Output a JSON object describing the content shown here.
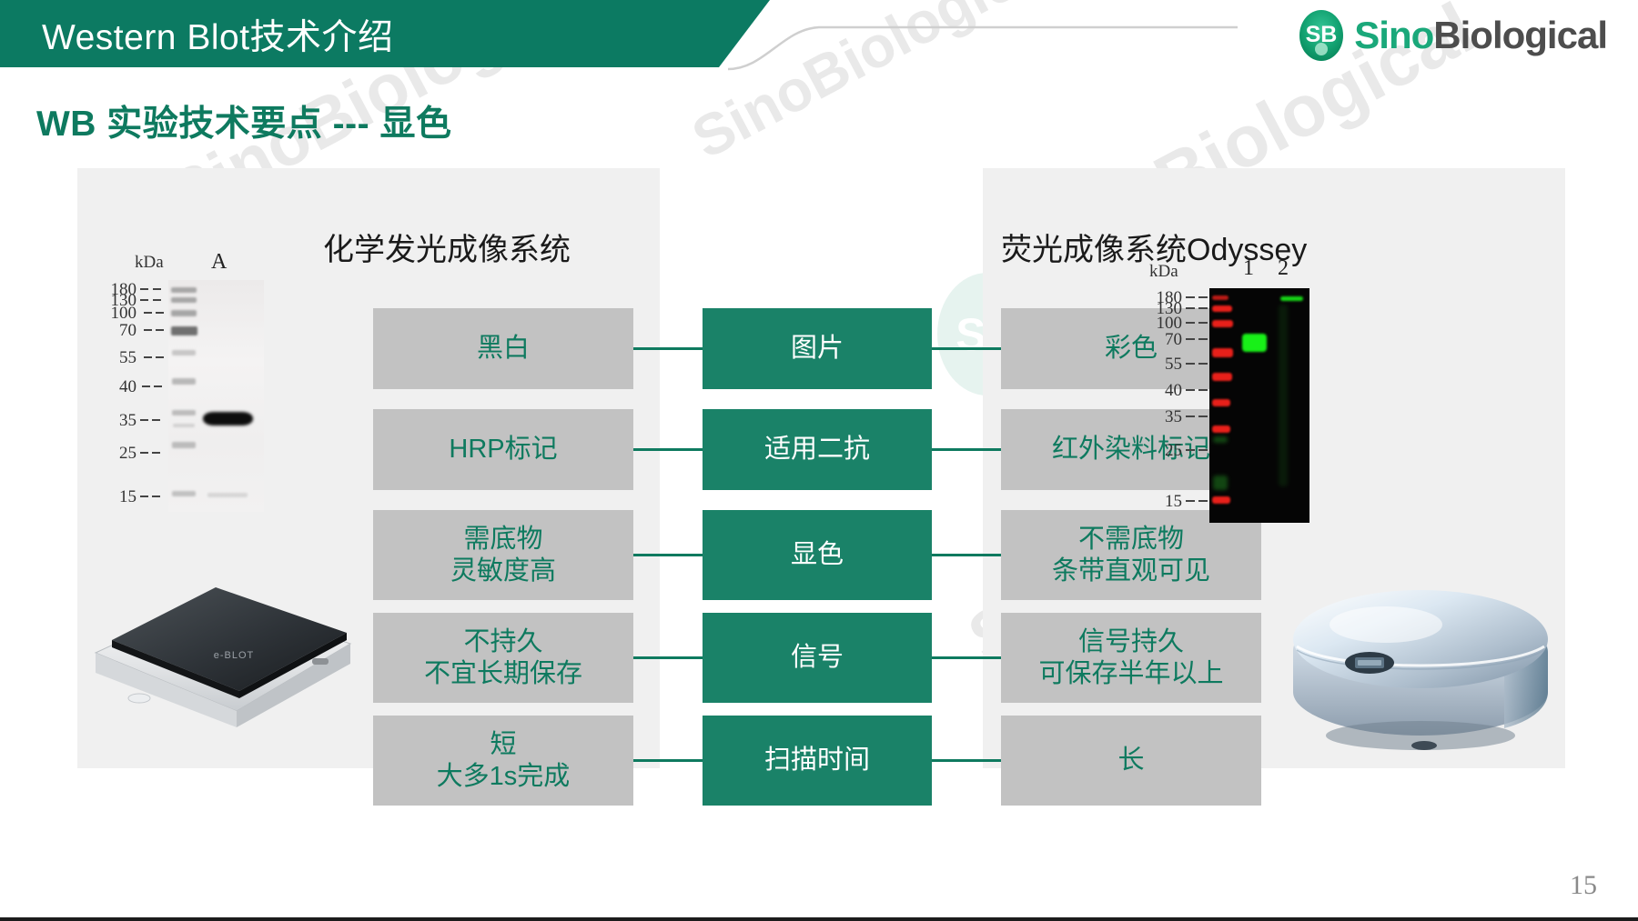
{
  "header": {
    "title": "Western Blot技术介绍",
    "logo": {
      "mark": "SB",
      "name_part1": "Sino",
      "name_part2": "Biological",
      "green": "#1aa87a",
      "gray": "#4d4d4d"
    }
  },
  "slide": {
    "title": "WB 实验技术要点 --- 显色",
    "page_number": "15",
    "accent_teal": "#0c7a62",
    "box_teal": "#1a8268",
    "box_gray": "#c2c2c2",
    "panel_gray": "#f0f0f0",
    "text_green": "#0e7a5f"
  },
  "columns": {
    "left_header": "化学发光成像系统",
    "right_header": "荧光成像系统Odyssey"
  },
  "comparison": [
    {
      "criterion": "图片",
      "left": "黑白",
      "right": "彩色"
    },
    {
      "criterion": "适用二抗",
      "left": "HRP标记",
      "right": "红外染料标记"
    },
    {
      "criterion": "显色",
      "left": "需底物\n灵敏度高",
      "right": "不需底物\n条带直观可见"
    },
    {
      "criterion": "信号",
      "left": "不持久\n不宜长期保存",
      "right": "信号持久\n可保存半年以上"
    },
    {
      "criterion": "扫描时间",
      "left": "短\n大多1s完成",
      "right": "长"
    }
  ],
  "blots": {
    "chemiluminescent": {
      "unit_label": "kDa",
      "lane_labels": [
        "A"
      ],
      "markers": [
        "180",
        "130",
        "100",
        "70",
        "55",
        "40",
        "35",
        "25",
        "15"
      ],
      "band_note": "A"
    },
    "fluorescent": {
      "unit_label": "kDa",
      "lane_labels": [
        "1",
        "2"
      ],
      "markers": [
        "180",
        "130",
        "100",
        "70",
        "55",
        "40",
        "35",
        "25",
        "15"
      ],
      "ladder_color": "#e8201a",
      "signal_color": "#18f018"
    }
  },
  "instruments": {
    "left_name": "e-BLOT",
    "right_name": "Odyssey"
  },
  "watermarks": {
    "text": "SinoBiological",
    "mark": "SB"
  }
}
